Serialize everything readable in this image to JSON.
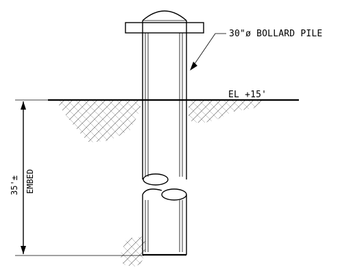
{
  "diagram": {
    "pile_label": "30\"ø BOLLARD PILE",
    "elevation_label": "EL +15'",
    "embed_depth": "35'±",
    "embed_word": "EMBED"
  }
}
